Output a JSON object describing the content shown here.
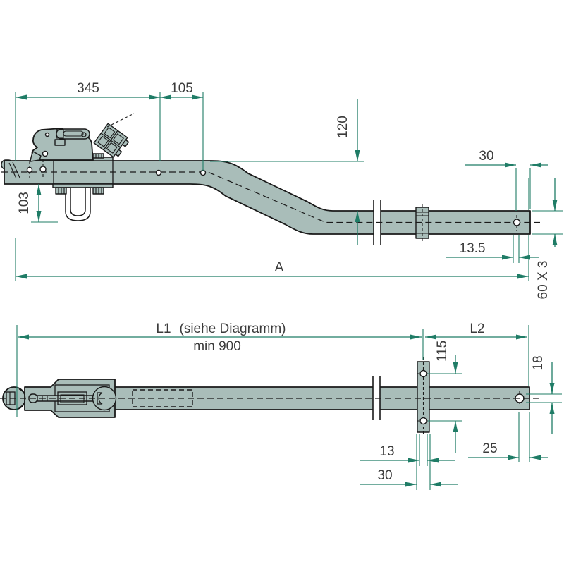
{
  "colors": {
    "dimension_green": "#1f7c66",
    "part_fill": "#a9bdb9",
    "outline": "#1a1a1a",
    "label_text": "#3b3b3b",
    "background": "#ffffff"
  },
  "top_view": {
    "dim_345": "345",
    "dim_105": "105",
    "dim_120": "120",
    "dim_103": "103",
    "dim_30": "30",
    "dim_13_5": "13.5",
    "dim_A": "A",
    "dim_tube_section": "60 X 3"
  },
  "bottom_view": {
    "dim_L1": "L1",
    "dim_L1_note": "(siehe Diagramm)",
    "dim_min_900": "min 900",
    "dim_L2": "L2",
    "dim_115": "115",
    "dim_18": "18",
    "dim_13": "13",
    "dim_30": "30",
    "dim_25": "25"
  }
}
